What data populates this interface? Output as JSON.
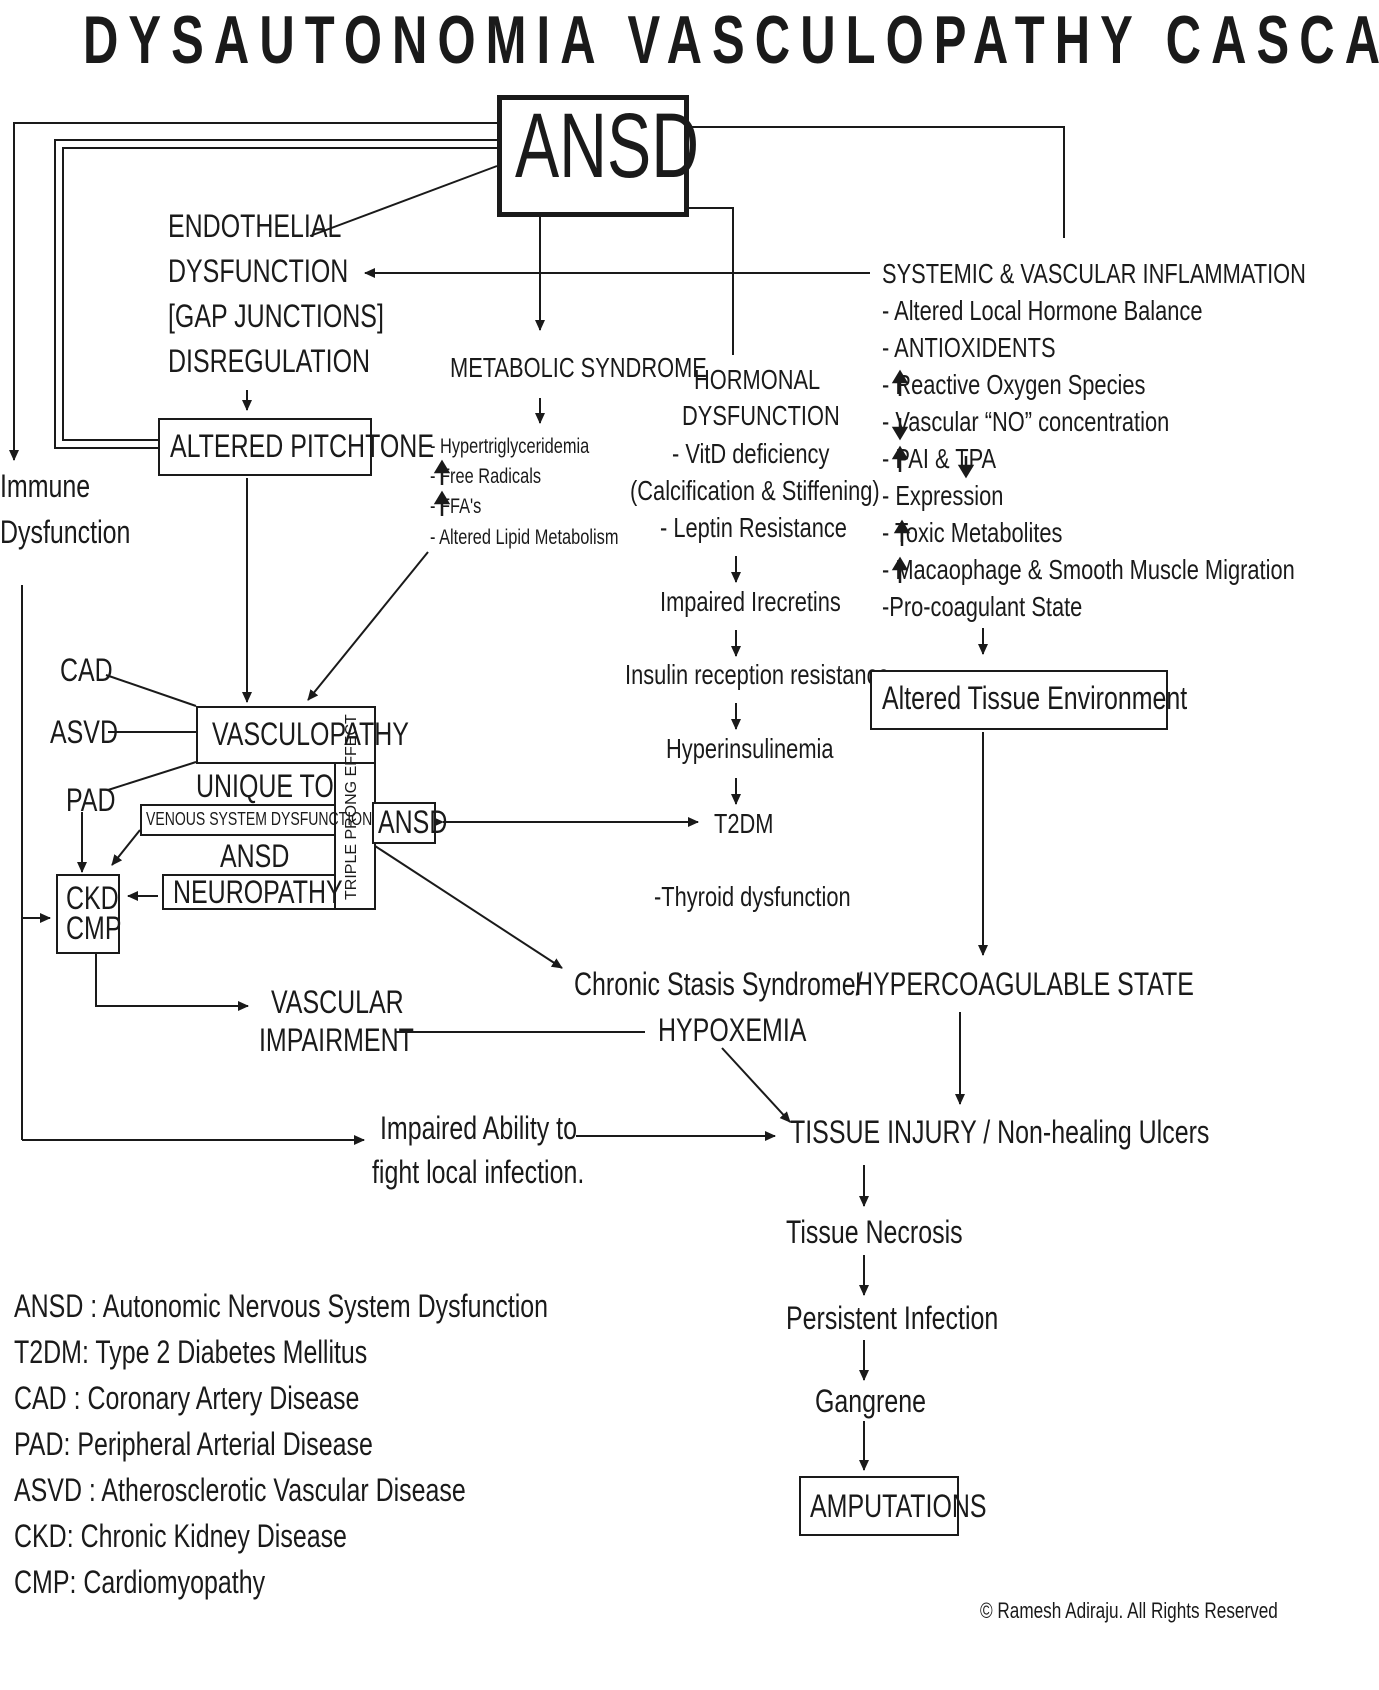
{
  "title": "DYSAUTONOMIA VASCULOPATHY CASCADE",
  "root": "ANSD",
  "endothelial": [
    "ENDOTHELIAL",
    "DYSFUNCTION",
    "[GAP JUNCTIONS]",
    "DISREGULATION"
  ],
  "altered_pitchtone": "ALTERED PITCHTONE",
  "immune": [
    "Immune",
    "Dysfunction"
  ],
  "metabolic": {
    "title": "METABOLIC SYNDROME",
    "items": [
      "- Hypertriglyceridemia",
      "- Free Radicals",
      "- FFA's",
      "- Altered Lipid Metabolism"
    ]
  },
  "hormonal": {
    "title": [
      "HORMONAL",
      "DYSFUNCTION"
    ],
    "items": [
      "- VitD deficiency",
      "(Calcification & Stiffening)",
      "- Leptin Resistance"
    ],
    "chain": [
      "Impaired Irecretins",
      "Insulin reception resistance",
      "Hyperinsulinemia",
      "T2DM"
    ],
    "thyroid": "-Thyroid dysfunction"
  },
  "inflammation": {
    "title": "SYSTEMIC & VASCULAR INFLAMMATION",
    "items": [
      "- Altered Local Hormone Balance",
      "-     ANTIOXIDENTS",
      "- Reactive Oxygen Species",
      "- Vascular “NO” concentration",
      "- PAI &  TPA",
      "- Expression",
      "- Toxic Metabolites",
      "-  Macaophage & Smooth Muscle Migration",
      "-Pro-coagulant State"
    ]
  },
  "altered_tissue": "Altered Tissue Environment",
  "vasculopathy": "VASCULOPATHY",
  "cad": "CAD",
  "asvd": "ASVD",
  "pad": "PAD",
  "unique_to": "UNIQUE TO",
  "venous": "VENOUS SYSTEM DYSFUNCTION",
  "ansd_neuro": "ANSD",
  "neuropathy": "NEUROPATHY",
  "triple_prong": "TRIPLE PRONG EFFECT",
  "ansd_small": "ANSD",
  "ckd_cmp": [
    "CKD",
    "CMP"
  ],
  "vascular_impairment": [
    "VASCULAR",
    "IMPAIRMENT"
  ],
  "chronic_stasis": [
    "Chronic Stasis Syndrome/",
    "HYPOXEMIA"
  ],
  "hypercoagulable": "HYPERCOAGULABLE STATE",
  "impaired_ability": [
    "Impaired Ability to",
    "fight local infection."
  ],
  "tissue_injury": "TISSUE INJURY / Non-healing Ulcers",
  "outcome_chain": [
    "Tissue Necrosis",
    "Persistent Infection",
    "Gangrene"
  ],
  "amputations": "AMPUTATIONS",
  "legend": [
    "ANSD : Autonomic Nervous System Dysfunction",
    "T2DM: Type 2 Diabetes Mellitus",
    "CAD : Coronary Artery Disease",
    "PAD: Peripheral Arterial Disease",
    "ASVD : Atherosclerotic  Vascular Disease",
    "CKD: Chronic Kidney Disease",
    "CMP: Cardiomyopathy"
  ],
  "copyright": "© Ramesh Adiraju. All Rights Reserved"
}
